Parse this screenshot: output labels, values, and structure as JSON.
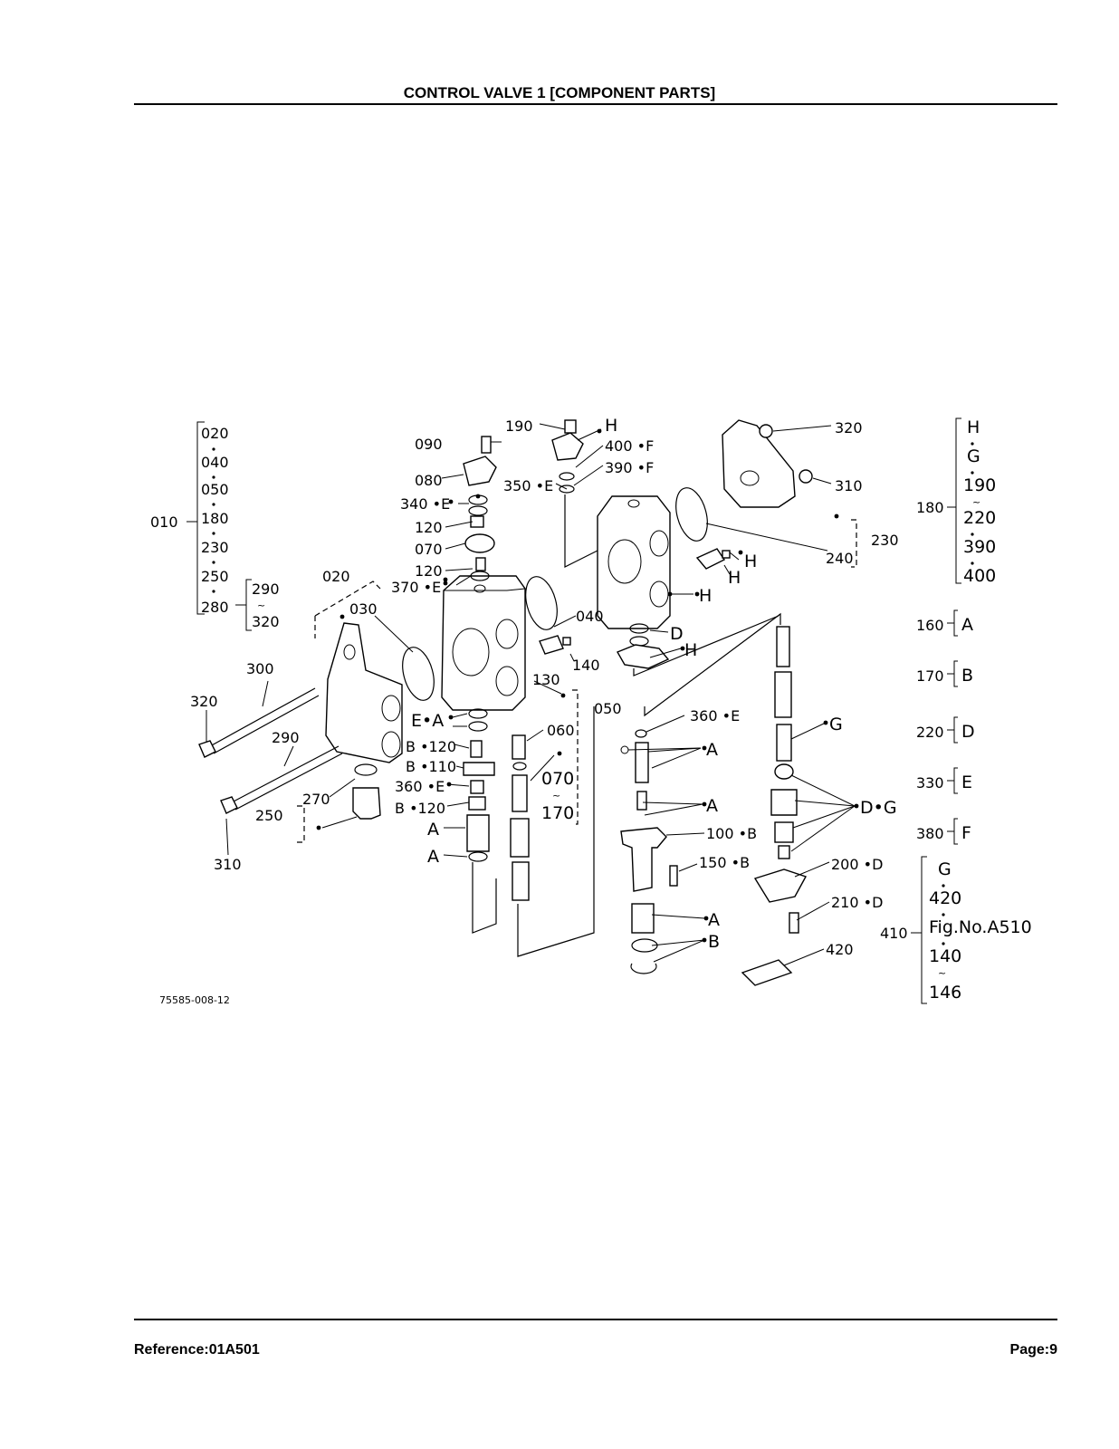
{
  "header": {
    "title": "CONTROL VALVE 1 [COMPONENT PARTS]"
  },
  "footer": {
    "reference": "Reference:01A501",
    "page": "Page:9"
  },
  "figure_code": "75585-008-12",
  "group_010": {
    "label": "010",
    "items": [
      "020",
      "040",
      "050",
      "180",
      "230",
      "250",
      "280"
    ],
    "sub_range": [
      "290",
      "320"
    ]
  },
  "group_180": {
    "label": "180",
    "items": [
      "H",
      "G",
      "190",
      "220",
      "390",
      "400"
    ]
  },
  "legend": [
    {
      "code": "160",
      "letter": "A"
    },
    {
      "code": "170",
      "letter": "B"
    },
    {
      "code": "220",
      "letter": "D"
    },
    {
      "code": "330",
      "letter": "E"
    },
    {
      "code": "380",
      "letter": "F"
    }
  ],
  "group_410": {
    "label": "410",
    "items": [
      "G",
      "420",
      "Fig.No.A510",
      "140",
      "146"
    ]
  },
  "callouts": {
    "c190": "190",
    "cH_top": "H",
    "c400F": "400 •F",
    "c390F": "390 •F",
    "c350E": "350 •E",
    "c090": "090",
    "c080": "080",
    "c340E": "340 •E",
    "c120a": "120",
    "c070": "070",
    "c120b": "120",
    "c370E": "370 •E",
    "c020": "020",
    "c030": "030",
    "c040": "040",
    "c140": "140",
    "c130": "130",
    "c050": "050",
    "c300": "300",
    "c320L": "320",
    "c290": "290",
    "c270": "270",
    "c250": "250",
    "c310L": "310",
    "cEA": "E•A",
    "cB120a": "B •120",
    "cB110": "B •110",
    "c360E": "360 •E",
    "cB120b": "B •120",
    "cA1": "A",
    "cA2": "A",
    "c060": "060",
    "c070r": "070",
    "c170r": "170",
    "c320R": "320",
    "c310R": "310",
    "c230": "230",
    "c240": "240",
    "cH1": "H",
    "cH2": "H",
    "cH3": "H",
    "cD": "D",
    "cH4": "H",
    "c360Er": "360 •E",
    "cAr1": "A",
    "cAr2": "A",
    "c100B": "100 •B",
    "c150B": "150 •B",
    "cAr3": "A",
    "cBr": "B",
    "cG": "G",
    "cDG": "D•G",
    "c200D": "200 •D",
    "c210D": "210 •D",
    "c420": "420"
  }
}
